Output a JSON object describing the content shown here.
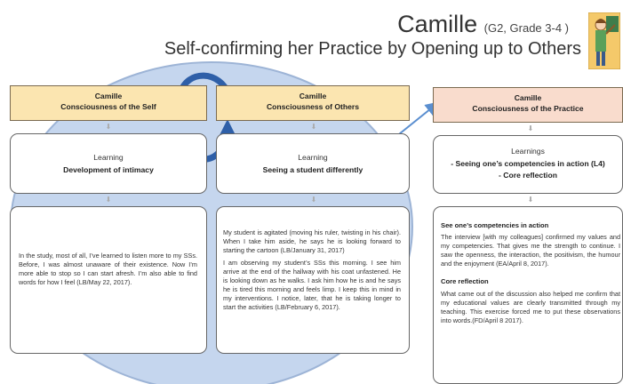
{
  "title": {
    "name": "Camille",
    "grade": "(G2, Grade 3-4 )"
  },
  "subtitle": "Self-confirming her Practice by Opening up to Others",
  "columns": [
    {
      "header_name": "Camille",
      "header_sub": "Consciousness of the Self",
      "learning_label": "Learning",
      "learning_title": "Development of intimacy",
      "paragraphs": [
        "In the study, most of all, I’ve learned to listen more to my SSs. Before, I was almost unaware of their existence. Now I’m more able to stop so I can start afresh. I’m also able to find words for how I feel (LB/May 22, 2017)."
      ]
    },
    {
      "header_name": "Camille",
      "header_sub": "Consciousness of Others",
      "learning_label": "Learning",
      "learning_title": "Seeing a student differently",
      "paragraphs": [
        "My student is agitated (moving his ruler, twisting in his chair). When I take him aside, he says he is looking forward to starting the cartoon (LB/January 31, 2017)",
        "I am observing my student’s SSs this morning. I see him arrive at the end of the hallway with his coat unfastened. He is looking down as he walks. I ask him how he is and he says he is tired this morning and feels limp. I keep this in mind in my interventions. I notice, later, that he is taking longer to start the activities (LB/February 6, 2017)."
      ]
    },
    {
      "header_name": "Camille",
      "header_sub": "Consciousness of the Practice",
      "learning_label": "Learnings",
      "learning_items": [
        "- Seeing one’s competencies in action (L4)",
        "- Core reflection"
      ],
      "sections": [
        {
          "heading": "See one’s competencies in action",
          "text": "The interview [with my colleagues] confirmed my values and my competencies. That gives me the strength to continue. I saw the openness, the interaction, the positivism, the humour and the enjoyment (EA/April 8, 2017)."
        },
        {
          "heading": "Core reflection",
          "text": "What came out of the discussion also helped me confirm that my educational values are clearly transmitted through my teaching. This exercise forced me to put these observations into words.(FD/April 8 2017)."
        }
      ]
    }
  ],
  "arrow_glyph": "⬇",
  "colors": {
    "self_header": "#fbe5b0",
    "others_header": "#fbe5b0",
    "practice_header": "#f9dccd",
    "circle_fill": "#c5d6ee",
    "circle_stroke": "#9db4d6",
    "cycle_arrow": "#2e5fa8",
    "connector_arrow": "#5b8fd0"
  }
}
